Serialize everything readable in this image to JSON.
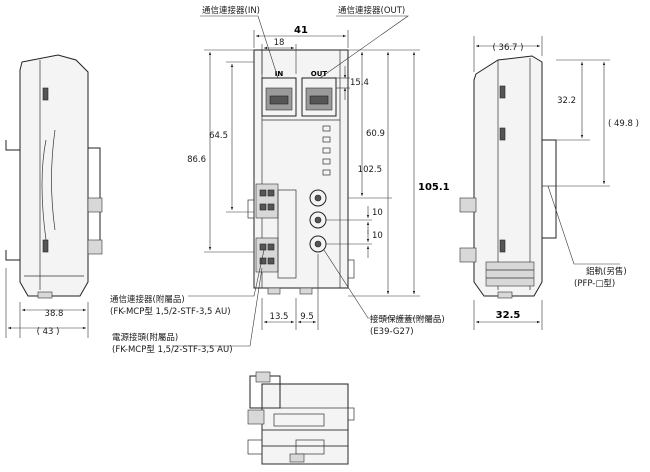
{
  "labels": {
    "comm_connector_in": "通信連接器(IN)",
    "comm_connector_out": "通信連接器(OUT)",
    "port_in": "IN",
    "port_out": "OUT",
    "comm_connector_accessory_1": "通信連接器(附屬品)",
    "comm_connector_accessory_2": "(FK-MCP型 1,5/2-STF-3,5 AU)",
    "power_connector_1": "電源接頭(附屬品)",
    "power_connector_2": "(FK-MCP型 1,5/2-STF-3,5 AU)",
    "connector_cover_1": "接頭保護蓋(附屬品)",
    "connector_cover_2": "(E39-G27)",
    "din_rail_1": "鋁軌(另售)",
    "din_rail_2": "(PFP-□型)"
  },
  "dimensions": {
    "width_41": "41",
    "width_18": "18",
    "height_15_4": "15.4",
    "height_64_5": "64.5",
    "height_86_6": "86.6",
    "height_60_9": "60.9",
    "height_102_5": "102.5",
    "height_105_1": "105.1",
    "pitch_10_a": "10",
    "pitch_10_b": "10",
    "width_13_5": "13.5",
    "width_9_5": "9.5",
    "left_38_8": "38.8",
    "left_43": "( 43 )",
    "right_36_7": "( 36.7 )",
    "right_32_2": "32.2",
    "right_49_8": "( 49.8 )",
    "right_32_5": "32.5"
  },
  "colors": {
    "line": "#222222",
    "body_fill": "#f4f4f4",
    "port_fill": "#9a9a9a",
    "terminal_fill": "#555555"
  }
}
